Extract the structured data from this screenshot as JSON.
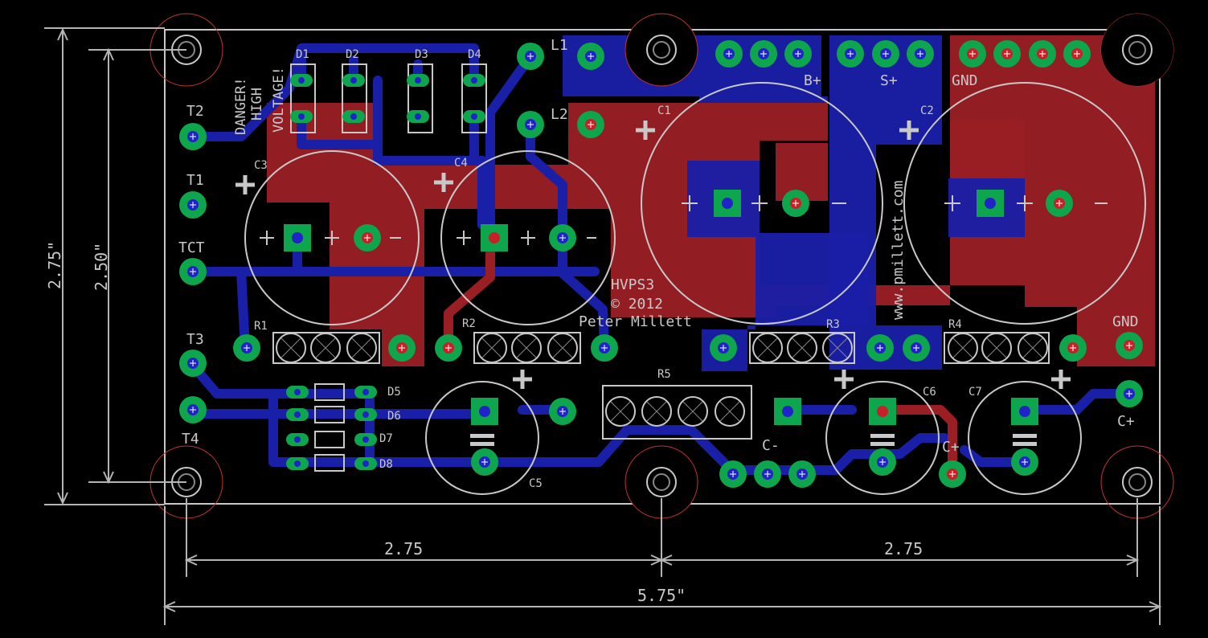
{
  "board": {
    "title": "HVPS3",
    "copyright": "© 2012",
    "author": "Peter  Millett",
    "website": "www.pmillett.com",
    "warning": [
      "DANGER!",
      "HIGH",
      "VOLTAGE!"
    ]
  },
  "dimensions": {
    "height_outer": "2.75\"",
    "height_inner": "2.50\"",
    "width_left": "2.75",
    "width_right": "2.75",
    "width_total": "5.75\""
  },
  "labels": {
    "T2": "T2",
    "T1": "T1",
    "TCT": "TCT",
    "T3": "T3",
    "T4": "T4",
    "L1": "L1",
    "L2": "L2",
    "D1": "D1",
    "D2": "D2",
    "D3": "D3",
    "D4": "D4",
    "D5": "D5",
    "D6": "D6",
    "D7": "D7",
    "D8": "D8",
    "C1": "C1",
    "C2": "C2",
    "C3": "C3",
    "C4": "C4",
    "C5": "C5",
    "C6": "C6",
    "C7": "C7",
    "R1": "R1",
    "R2": "R2",
    "R3": "R3",
    "R4": "R4",
    "R5": "R5",
    "Bplus": "B+",
    "Splus": "S+",
    "GND_top": "GND",
    "GND_right": "GND",
    "Cminus": "C-",
    "Cplus_mid": "C+",
    "Cplus_right": "C+"
  },
  "colors": {
    "top_copper": "#9a1f25",
    "bottom_copper": "#1a1fa8",
    "pad": "#0da64c",
    "silkscreen": "#c8c8c8",
    "background": "#000000"
  }
}
